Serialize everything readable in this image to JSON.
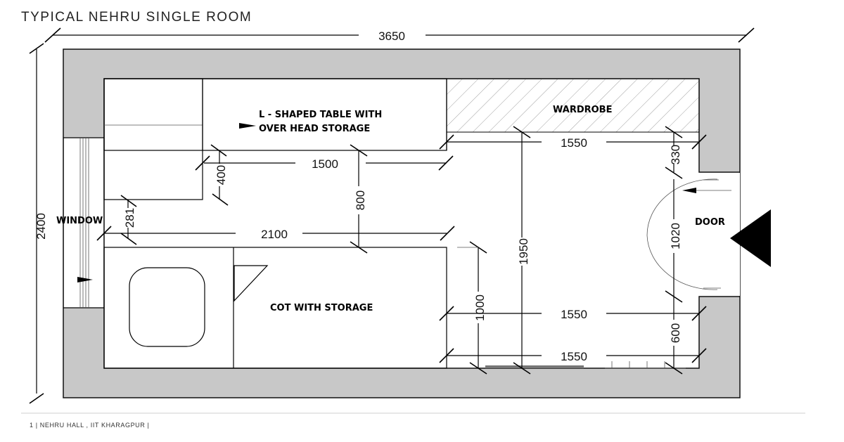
{
  "title": "TYPICAL NEHRU SINGLE ROOM",
  "footer": "1  |   NEHRU HALL , IIT KHARAGPUR   |",
  "labels": {
    "table": [
      "L - SHAPED TABLE WITH",
      "OVER HEAD STORAGE"
    ],
    "wardrobe": "WARDROBE",
    "window": "WINDOW",
    "door": "DOOR",
    "cot": "COT WITH STORAGE"
  },
  "dimensions": {
    "room_width": "3650",
    "room_height": "2400",
    "table_length": "1500",
    "table_depth": "400",
    "window_offset": "281",
    "cot_length": "2100",
    "gap_table_cot": "800",
    "wardrobe_to_door": "1550",
    "wardrobe_depth": "330",
    "door_width": "1020",
    "center_height": "1950",
    "clear_width_mid": "1550",
    "clear_width_bottom": "1550",
    "cot_gap": "1000",
    "door_to_wall": "600"
  }
}
